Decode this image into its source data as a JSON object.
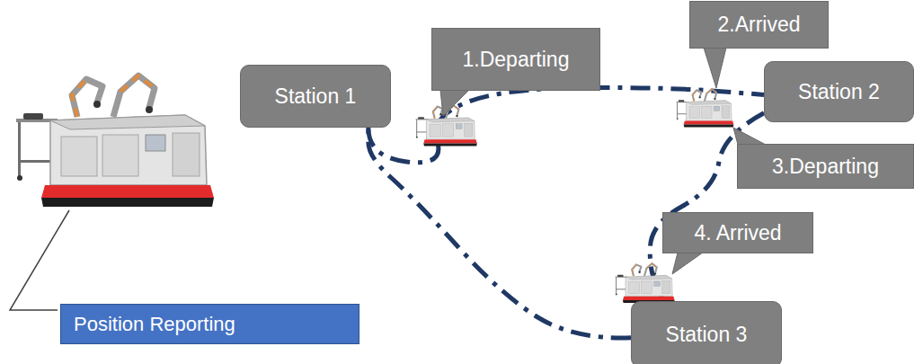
{
  "diagram": {
    "nodes": [
      {
        "text": [
          "Station 1"
        ]
      },
      {
        "text": [
          "1.Departing"
        ]
      },
      {
        "text": [
          "2.Arrived"
        ]
      },
      {
        "text": [
          "Station 2"
        ]
      },
      {
        "text": [
          "3.Departing"
        ]
      },
      {
        "text": [
          "4. Arrived"
        ]
      },
      {
        "text": [
          "Station 3"
        ]
      },
      {
        "text": [
          "Position Reporting"
        ]
      }
    ],
    "edges": [
      {
        "from": 0,
        "to": 3,
        "arrow": "none"
      },
      {
        "from": 3,
        "to": 6,
        "arrow": "none"
      },
      {
        "from": 6,
        "to": 0,
        "arrow": "none"
      }
    ]
  }
}
